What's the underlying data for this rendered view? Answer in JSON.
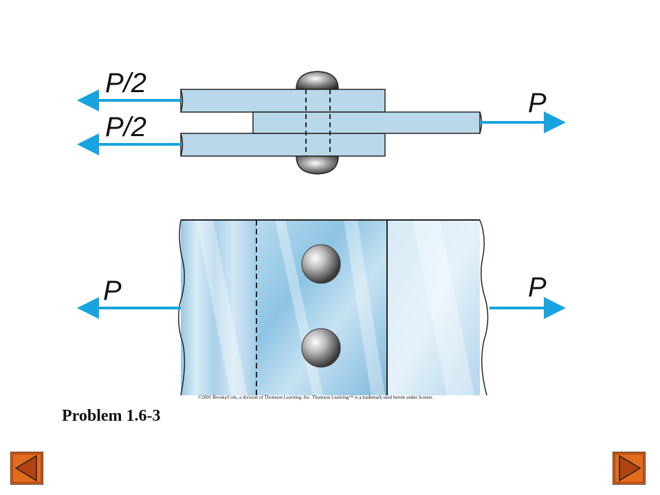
{
  "labels": {
    "top_left_upper_force": "P/2",
    "top_left_lower_force": "P/2",
    "top_right_force": "P",
    "bottom_left_force": "P",
    "bottom_right_force": "P"
  },
  "copyright": "©2001 Brooks/Cole, a division of Thomson Learning, Inc.  Thomson Learning™ is a trademark used herein under license.",
  "problem_title": "Problem 1.6-3",
  "navigation": {
    "previous_icon": "triangle-left-icon",
    "next_icon": "triangle-right-icon"
  },
  "colors": {
    "arrow": "#17a4e0",
    "plate_fill": "#b9d8ea",
    "plate_edge": "#222222",
    "nav_outer": "#e36b1e",
    "nav_inner": "#b0430f"
  }
}
